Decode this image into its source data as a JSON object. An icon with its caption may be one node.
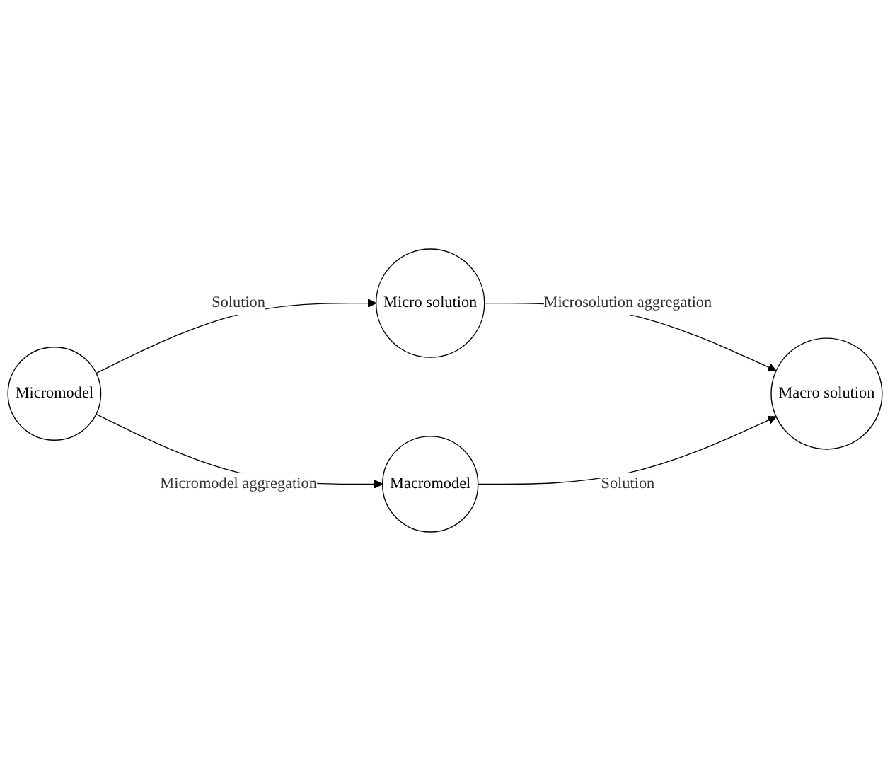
{
  "diagram": {
    "nodes": [
      {
        "text": [
          "Micromodel"
        ]
      },
      {
        "text": [
          "Micro solution"
        ]
      },
      {
        "text": [
          "Macromodel"
        ]
      },
      {
        "text": [
          "Macro solution"
        ]
      }
    ],
    "edges": [
      {
        "from": 0,
        "to": 1,
        "arrow": "to",
        "label": "Solution"
      },
      {
        "from": 0,
        "to": 2,
        "arrow": "to",
        "label": "Micromodel aggregation"
      },
      {
        "from": 1,
        "to": 3,
        "arrow": "to",
        "label": "Microsolution aggregation"
      },
      {
        "from": 2,
        "to": 3,
        "arrow": "to",
        "label": "Solution"
      }
    ]
  }
}
